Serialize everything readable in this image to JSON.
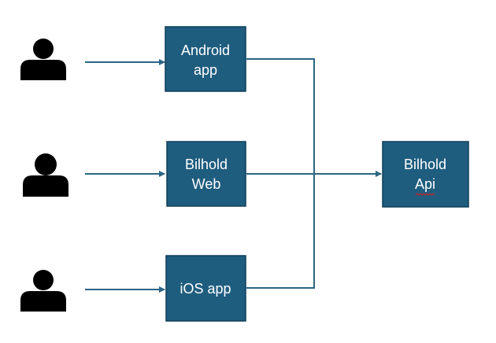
{
  "colors": {
    "box_fill": "#1f5d7f",
    "box_border": "#0e3e59",
    "connector": "#2b6584",
    "user_icon": "#000000",
    "label_text": "#ffffff",
    "spell_squiggle": "#d21f1f"
  },
  "users": [
    {
      "icon": "user-icon"
    },
    {
      "icon": "user-icon"
    },
    {
      "icon": "user-icon"
    }
  ],
  "nodes": {
    "android_app": {
      "line1": "Android",
      "line2": "app"
    },
    "bilhold_web": {
      "line1": "Bilhold",
      "line2": "Web"
    },
    "ios_app": {
      "line1": "iOS app"
    },
    "bilhold_api": {
      "line1": "Bilhold",
      "line2": "Api"
    }
  }
}
